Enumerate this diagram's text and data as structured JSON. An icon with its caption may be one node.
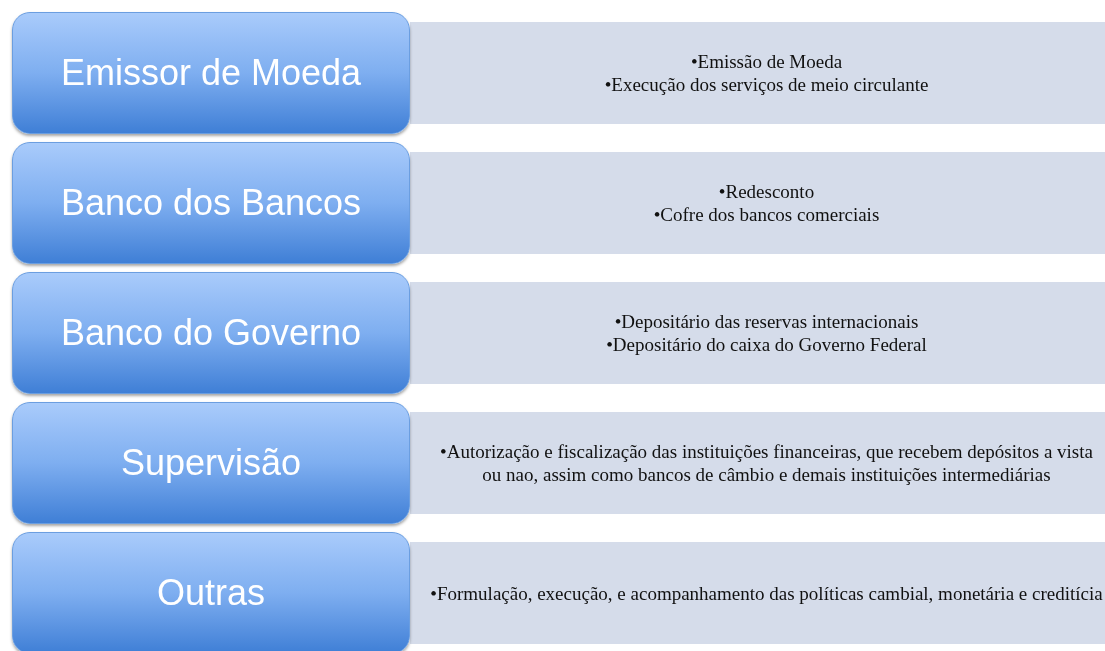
{
  "diagram": {
    "nodes": [
      {
        "text": [
          "Emissor de Moeda"
        ]
      },
      {
        "text": [
          "•Emissão de Moeda",
          "•Execução dos serviços de meio circulante"
        ]
      },
      {
        "text": [
          "Banco dos Bancos"
        ]
      },
      {
        "text": [
          "•Redesconto",
          "•Cofre dos bancos comerciais"
        ]
      },
      {
        "text": [
          "Banco do Governo"
        ]
      },
      {
        "text": [
          "•Depositário das reservas internacionais",
          "•Depositário do caixa do Governo Federal"
        ]
      },
      {
        "text": [
          "Supervisão"
        ]
      },
      {
        "text": [
          "•Autorização e fiscalização das instituições financeiras, que recebem depósitos a vista ou nao, assim como bancos de câmbio e demais instituições intermediárias"
        ]
      },
      {
        "text": [
          "Outras"
        ]
      },
      {
        "text": [
          "•Formulação, execução, e acompanhamento das políticas cambial, monetária e creditícia"
        ]
      }
    ]
  }
}
